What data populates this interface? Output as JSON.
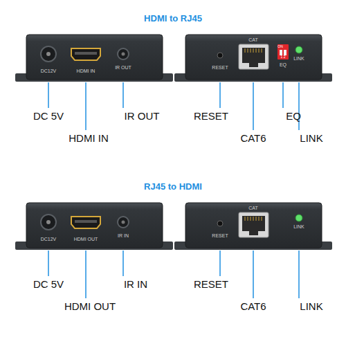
{
  "diagram": {
    "labels": [
      "HDMI to RJ45",
      "DC12V",
      "HDMI IN",
      "IR OUT",
      "CAT",
      "RESET",
      "ON",
      "1 2",
      "EQ",
      "LINK",
      "DC 5V",
      "HDMI IN",
      "IR OUT",
      "RESET",
      "CAT6",
      "EQ",
      "LINK",
      "RJ45 to HDMI",
      "DC12V",
      "HDMI OUT",
      "IR IN",
      "CAT",
      "RESET",
      "LINK",
      "DC 5V",
      "IR IN",
      "HDMI OUT",
      "RESET",
      "CAT6",
      "LINK"
    ]
  }
}
